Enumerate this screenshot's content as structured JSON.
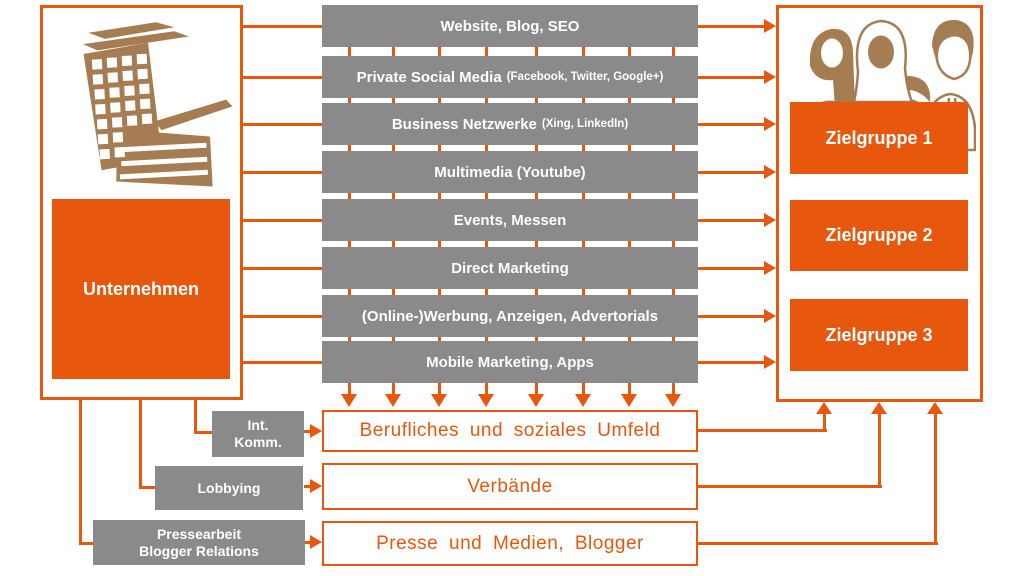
{
  "colors": {
    "orange": "#E7580E",
    "gray": "#8A8A8A",
    "brown": "#A67C52",
    "white": "#FFFFFF"
  },
  "company": {
    "label": "Unternehmen"
  },
  "channels": [
    {
      "label": "Website, Blog, SEO",
      "note": ""
    },
    {
      "label": "Private Social Media",
      "note": "(Facebook, Twitter, Google+)"
    },
    {
      "label": "Business Netzwerke",
      "note": "(Xing, LinkedIn)"
    },
    {
      "label": "Multimedia (Youtube)",
      "note": ""
    },
    {
      "label": "Events, Messen",
      "note": ""
    },
    {
      "label": "Direct Marketing",
      "note": ""
    },
    {
      "label": "(Online-)Werbung, Anzeigen, Advertorials",
      "note": ""
    },
    {
      "label": "Mobile Marketing, Apps",
      "note": ""
    }
  ],
  "target_groups": [
    {
      "label": "Zielgruppe 1"
    },
    {
      "label": "Zielgruppe 2"
    },
    {
      "label": "Zielgruppe 3"
    }
  ],
  "indirect_channels": [
    {
      "source": "Int.\nKomm.",
      "target": "Berufliches und soziales Umfeld"
    },
    {
      "source": "Lobbying",
      "target": "Verbände"
    },
    {
      "source": "Pressearbeit\nBlogger Relations",
      "target": "Presse und Medien, Blogger"
    }
  ],
  "icons": {
    "company": "building-icon",
    "audience": "people-group-icon"
  }
}
